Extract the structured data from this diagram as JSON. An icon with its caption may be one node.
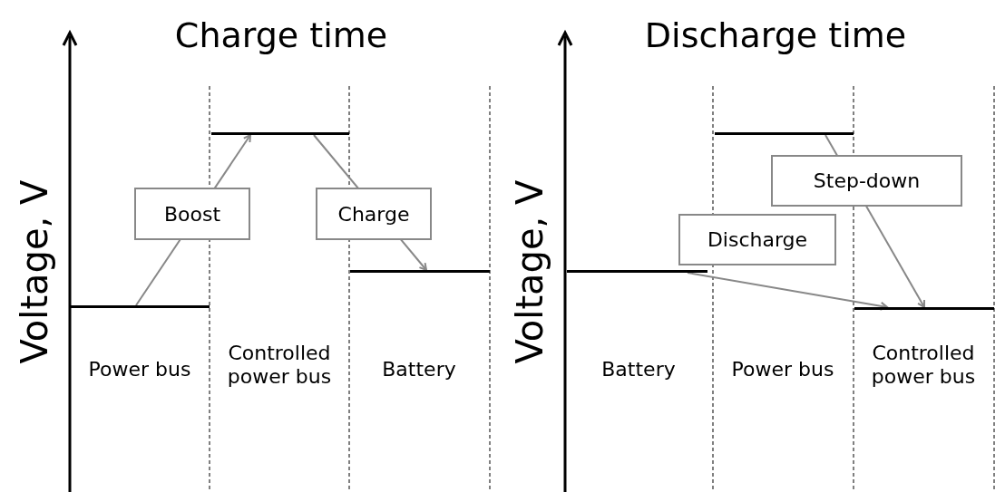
{
  "diagram": {
    "nodes": [
      {
        "text": [],
        "shape": "bar"
      },
      {
        "text": [],
        "shape": "bar"
      },
      {
        "text": [],
        "shape": "bar"
      },
      {
        "text": [],
        "shape": "bar"
      },
      {
        "text": [],
        "shape": "bar"
      },
      {
        "text": [],
        "shape": "bar"
      }
    ],
    "edges": [
      {
        "from": 0,
        "to": 1,
        "arrow": "to",
        "label": "Boost"
      },
      {
        "from": 1,
        "to": 2,
        "arrow": "to",
        "label": "Charge"
      },
      {
        "from": 3,
        "to": 5,
        "arrow": "to",
        "label": "Discharge"
      },
      {
        "from": 4,
        "to": 5,
        "arrow": "to",
        "label": "Step-down"
      }
    ],
    "labels": [
      "Charge time",
      "Discharge time",
      "Voltage, V",
      "Power bus",
      "Controlled power bus",
      "Battery",
      "Voltage, V",
      "Battery",
      "Power bus",
      "Controlled power bus"
    ]
  }
}
